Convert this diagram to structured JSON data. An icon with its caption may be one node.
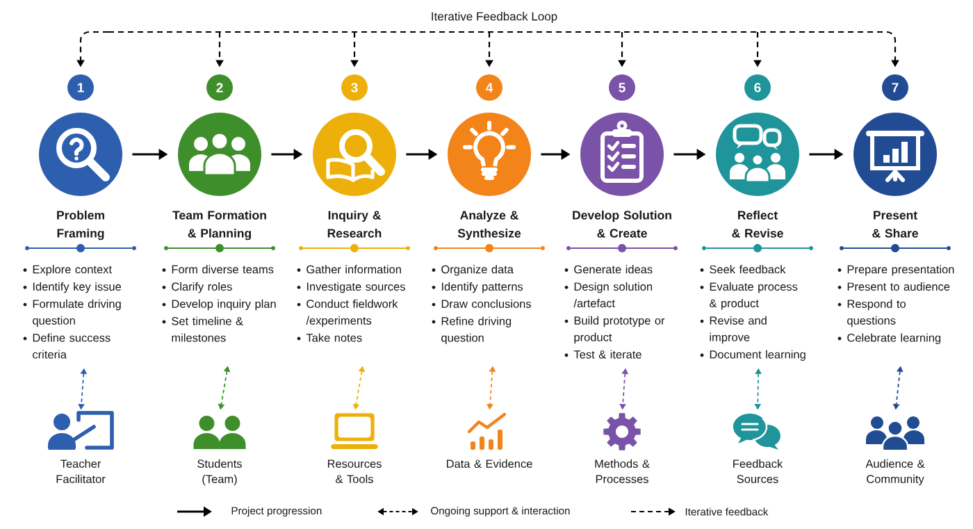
{
  "diagram": {
    "nodes": [
      {
        "text": [
          "1"
        ]
      },
      {
        "text": [
          "2"
        ]
      },
      {
        "text": [
          "3"
        ]
      },
      {
        "text": [
          "4"
        ]
      },
      {
        "text": [
          "5"
        ]
      },
      {
        "text": [
          "6"
        ]
      },
      {
        "text": [
          "7"
        ]
      },
      {
        "text": [
          "Problem Framing"
        ]
      },
      {
        "text": [
          "Team Formation & Planning"
        ]
      },
      {
        "text": [
          "Inquiry & Research"
        ]
      },
      {
        "text": [
          "Analyze & Synthesize"
        ]
      },
      {
        "text": [
          "Develop Solution & Create"
        ]
      },
      {
        "text": [
          "Reflect & Revise"
        ]
      },
      {
        "text": [
          "Present & Share"
        ]
      },
      {
        "text": [
          "Explore context",
          "Identify key issue",
          "Formulate driving question",
          "Define success criteria"
        ]
      },
      {
        "text": [
          "Form diverse teams",
          "Clarify roles",
          "Develop inquiry plan",
          "Set timeline & milestones"
        ]
      },
      {
        "text": [
          "Gather information",
          "Investigate sources",
          "Conduct fieldwork /experiments",
          "Take notes"
        ]
      },
      {
        "text": [
          "Organize data",
          "Identify patterns",
          "Draw conclusions",
          "Refine driving question"
        ]
      },
      {
        "text": [
          "Generate ideas",
          "Design solution /artefact",
          "Build prototype or product",
          "Test & iterate"
        ]
      },
      {
        "text": [
          "Seek feedback",
          "Evaluate process & product",
          "Revise and improve",
          "Document learning"
        ]
      },
      {
        "text": [
          "Prepare presentation",
          "Present to audience",
          "Respond to questions",
          "Celebrate learning"
        ]
      },
      {
        "text": [
          "Teacher Facilitator"
        ]
      },
      {
        "text": [
          "Students (Team)"
        ]
      },
      {
        "text": [
          "Resources & Tools"
        ]
      },
      {
        "text": [
          "Data & Evidence"
        ]
      },
      {
        "text": [
          "Methods & Processes"
        ]
      },
      {
        "text": [
          "Feedback Sources"
        ]
      },
      {
        "text": [
          "Audience & Community"
        ]
      }
    ],
    "edges": [
      {
        "from": null,
        "to": 0,
        "arrow": "to",
        "style": "dashed"
      },
      {
        "from": null,
        "to": 1,
        "arrow": "to",
        "style": "dashed"
      },
      {
        "from": null,
        "to": 2,
        "arrow": "to",
        "style": "dashed"
      },
      {
        "from": null,
        "to": 3,
        "arrow": "to",
        "style": "dashed"
      },
      {
        "from": null,
        "to": 4,
        "arrow": "to",
        "style": "dashed"
      },
      {
        "from": null,
        "to": 5,
        "arrow": "to",
        "style": "dashed"
      },
      {
        "from": null,
        "to": 6,
        "arrow": "to",
        "style": "dashed"
      },
      {
        "from": 7,
        "to": 8,
        "arrow": "to"
      },
      {
        "from": 8,
        "to": 9,
        "arrow": "to"
      },
      {
        "from": 9,
        "to": 10,
        "arrow": "to"
      },
      {
        "from": 10,
        "to": 11,
        "arrow": "to"
      },
      {
        "from": 11,
        "to": 12,
        "arrow": "to"
      },
      {
        "from": 12,
        "to": 13,
        "arrow": "to"
      },
      {
        "from": 14,
        "to": 21,
        "arrow": "both",
        "style": "dashed",
        "color": "#2d5fae"
      },
      {
        "from": 15,
        "to": 22,
        "arrow": "both",
        "style": "dashed",
        "color": "#3f8e2c"
      },
      {
        "from": 16,
        "to": 23,
        "arrow": "both",
        "style": "dashed",
        "color": "#edb00a"
      },
      {
        "from": 17,
        "to": 24,
        "arrow": "both",
        "style": "dashed",
        "color": "#f2841a"
      },
      {
        "from": 18,
        "to": 25,
        "arrow": "both",
        "style": "dashed",
        "color": "#7a52a8"
      },
      {
        "from": 19,
        "to": 26,
        "arrow": "both",
        "style": "dashed",
        "color": "#1f949a"
      },
      {
        "from": 20,
        "to": 27,
        "arrow": "both",
        "style": "dashed",
        "color": "#214c93"
      }
    ],
    "labels": [
      "Iterative Feedback Loop"
    ],
    "legend": [
      {
        "text": "Project progression"
      },
      {
        "text": "Ongoing support & interaction"
      },
      {
        "text": "Iterative feedback"
      }
    ]
  }
}
